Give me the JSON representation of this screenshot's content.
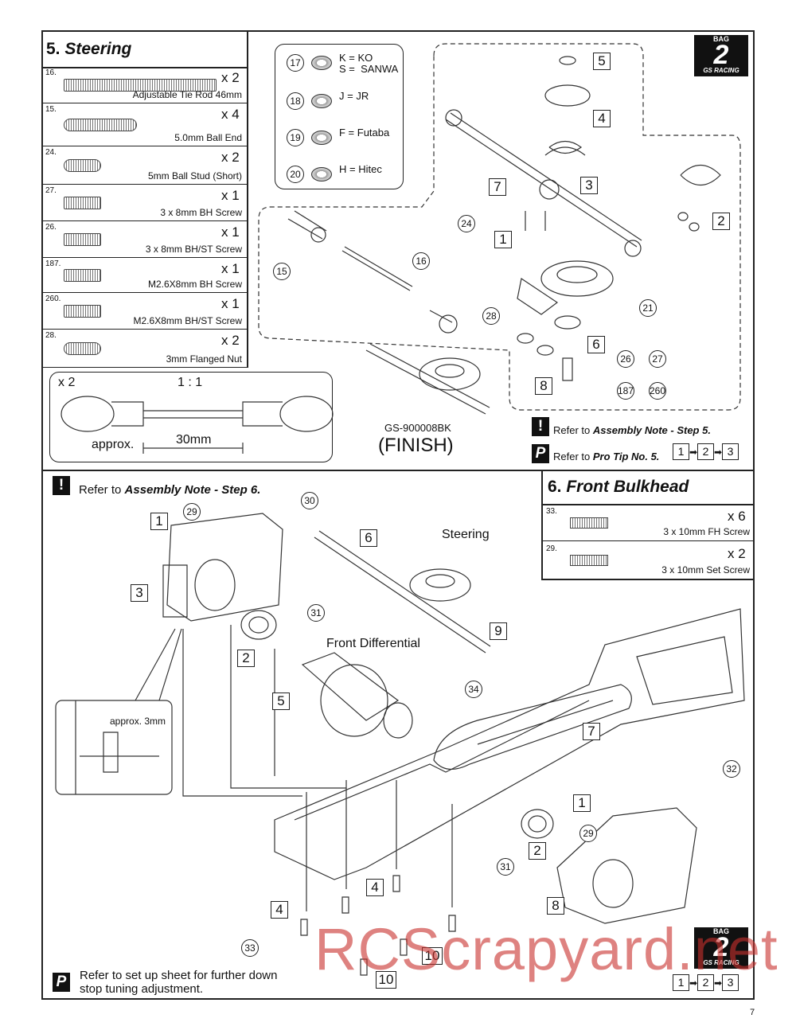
{
  "step5": {
    "number": "5.",
    "title": "Steering",
    "parts": [
      {
        "id": "16.",
        "qty": "x 2",
        "name": "Adjustable Tie Rod 46mm"
      },
      {
        "id": "15.",
        "qty": "x 4",
        "name": "5.0mm Ball End"
      },
      {
        "id": "24.",
        "qty": "x 2",
        "name": "5mm Ball Stud (Short)"
      },
      {
        "id": "27.",
        "qty": "x 1",
        "name": "3 x 8mm BH Screw"
      },
      {
        "id": "26.",
        "qty": "x 1",
        "name": "3 x 8mm BH/ST Screw"
      },
      {
        "id": "187.",
        "qty": "x 1",
        "name": "M2.6X8mm BH Screw"
      },
      {
        "id": "260.",
        "qty": "x 1",
        "name": "M2.6X8mm BH/ST Screw"
      },
      {
        "id": "28.",
        "qty": "x 2",
        "name": "3mm Flanged Nut"
      }
    ],
    "scale_box": {
      "qty": "x 2",
      "ratio": "1 : 1",
      "approx": "approx.",
      "length": "30mm"
    },
    "servo_saver_options": [
      {
        "num": "17",
        "label": "K = KO\nS =  SANWA"
      },
      {
        "num": "18",
        "label": "J = JR"
      },
      {
        "num": "19",
        "label": "F = Futaba"
      },
      {
        "num": "20",
        "label": "H = Hitec"
      }
    ],
    "callouts": [
      "5",
      "4",
      "3",
      "2",
      "7",
      "1",
      "6",
      "8"
    ],
    "circle_refs": [
      "24",
      "16",
      "15",
      "28",
      "21",
      "26",
      "27",
      "187",
      "260"
    ],
    "finish_code": "GS-900008BK",
    "finish_label": "(FINISH)",
    "note1_prefix": "Refer to ",
    "note1_bold": "Assembly Note - Step 5.",
    "note2_prefix": "Refer to ",
    "note2_bold": "Pro Tip No. 5.",
    "note_icon_excl": "!",
    "note_icon_p": "P",
    "sequence": [
      "1",
      "2",
      "3"
    ]
  },
  "logo": {
    "bag": "BAG",
    "num": "2",
    "brand": "GS RACING"
  },
  "step6": {
    "number": "6.",
    "title": "Front Bulkhead",
    "parts": [
      {
        "id": "33.",
        "qty": "x 6",
        "name": "3 x 10mm FH Screw"
      },
      {
        "id": "29.",
        "qty": "x 2",
        "name": "3 x 10mm Set Screw"
      }
    ],
    "note_prefix": "Refer to ",
    "note_bold": "Assembly Note - Step 6.",
    "steering_label": "Steering",
    "front_diff_label": "Front Differential",
    "detail_label": "approx. 3mm",
    "bottom_note_line1": "Refer to set up sheet for further down",
    "bottom_note_line2": "stop tuning adjustment.",
    "callouts": [
      "1",
      "3",
      "2",
      "5",
      "6",
      "9",
      "7",
      "1",
      "2",
      "4",
      "4",
      "8",
      "10",
      "10"
    ],
    "circle_refs": [
      "29",
      "30",
      "31",
      "34",
      "32",
      "29",
      "31",
      "33"
    ],
    "sequence": [
      "1",
      "2",
      "3"
    ]
  },
  "watermark": "RCScrapyard.net",
  "page_number": "7",
  "colors": {
    "line": "#222222",
    "watermark": "#c9302c"
  }
}
